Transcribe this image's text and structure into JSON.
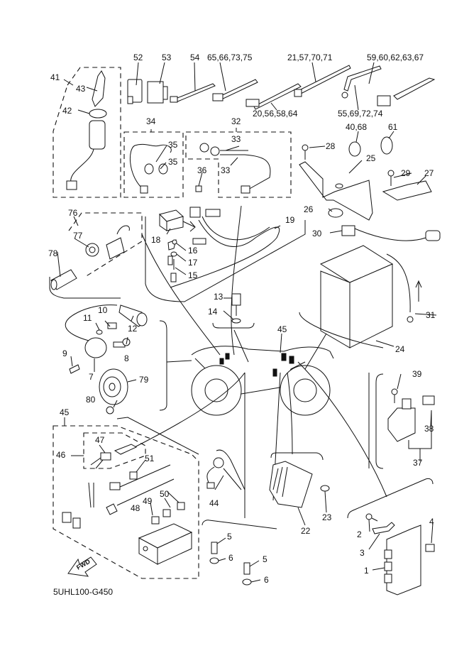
{
  "diagram": {
    "title": "Electrical 1 parts diagram",
    "drawing_code": "5UHL100-G450",
    "fwd_arrow_label": "FWD",
    "callouts": {
      "c1": "1",
      "c2": "2",
      "c3": "3",
      "c4": "4",
      "c5a": "5",
      "c5b": "5",
      "c6a": "6",
      "c6b": "6",
      "c7": "7",
      "c8": "8",
      "c9": "9",
      "c10": "10",
      "c11": "11",
      "c12": "12",
      "c13": "13",
      "c14": "14",
      "c15": "15",
      "c16": "16",
      "c17": "17",
      "c18": "18",
      "c19": "19",
      "c20": "20,56,58,64",
      "c21": "21,57,70,71",
      "c22": "22",
      "c23": "23",
      "c24": "24",
      "c25": "25",
      "c26": "26",
      "c27": "27",
      "c28": "28",
      "c29": "29",
      "c30": "30",
      "c31": "31",
      "c32": "32",
      "c33a": "33",
      "c33b": "33",
      "c34": "34",
      "c35a": "35",
      "c35b": "35",
      "c36": "36",
      "c37": "37",
      "c38": "38",
      "c39": "39",
      "c40": "40,68",
      "c41": "41",
      "c42": "42",
      "c43": "43",
      "c44": "44",
      "c45a": "45",
      "c45b": "45",
      "c46": "46",
      "c47": "47",
      "c48": "48",
      "c49": "49",
      "c50": "50",
      "c51": "51",
      "c52": "52",
      "c53": "53",
      "c54": "54",
      "c55": "55,69,72,74",
      "c59": "59,60,62,63,67",
      "c61": "61",
      "c65": "65,66,73,75",
      "c76": "76",
      "c77": "77",
      "c78": "78",
      "c79": "79",
      "c80": "80"
    }
  }
}
